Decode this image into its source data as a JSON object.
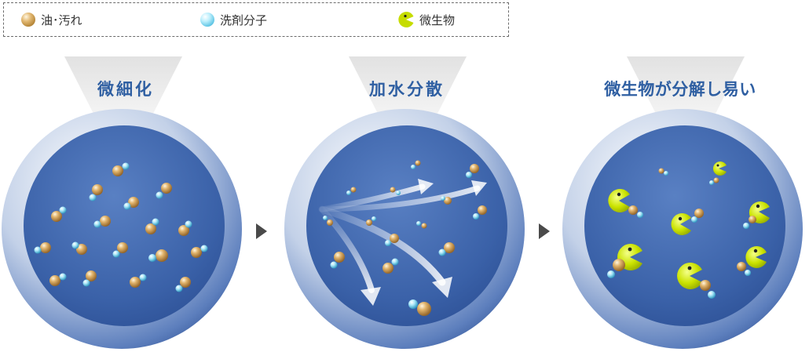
{
  "legend": {
    "oil_label": "油･汚れ",
    "detergent_label": "洗剤分子",
    "microbe_label": "微生物"
  },
  "panels": [
    {
      "title": "微細化"
    },
    {
      "title": "加水分散"
    },
    {
      "title": "微生物が分解し易い"
    }
  ],
  "colors": {
    "title_text": "#2f5fa2",
    "sphere_dark": "#2c5398",
    "oil": "#c8964a",
    "detergent": "#5cc4e4",
    "microbe": "#c8e000"
  }
}
